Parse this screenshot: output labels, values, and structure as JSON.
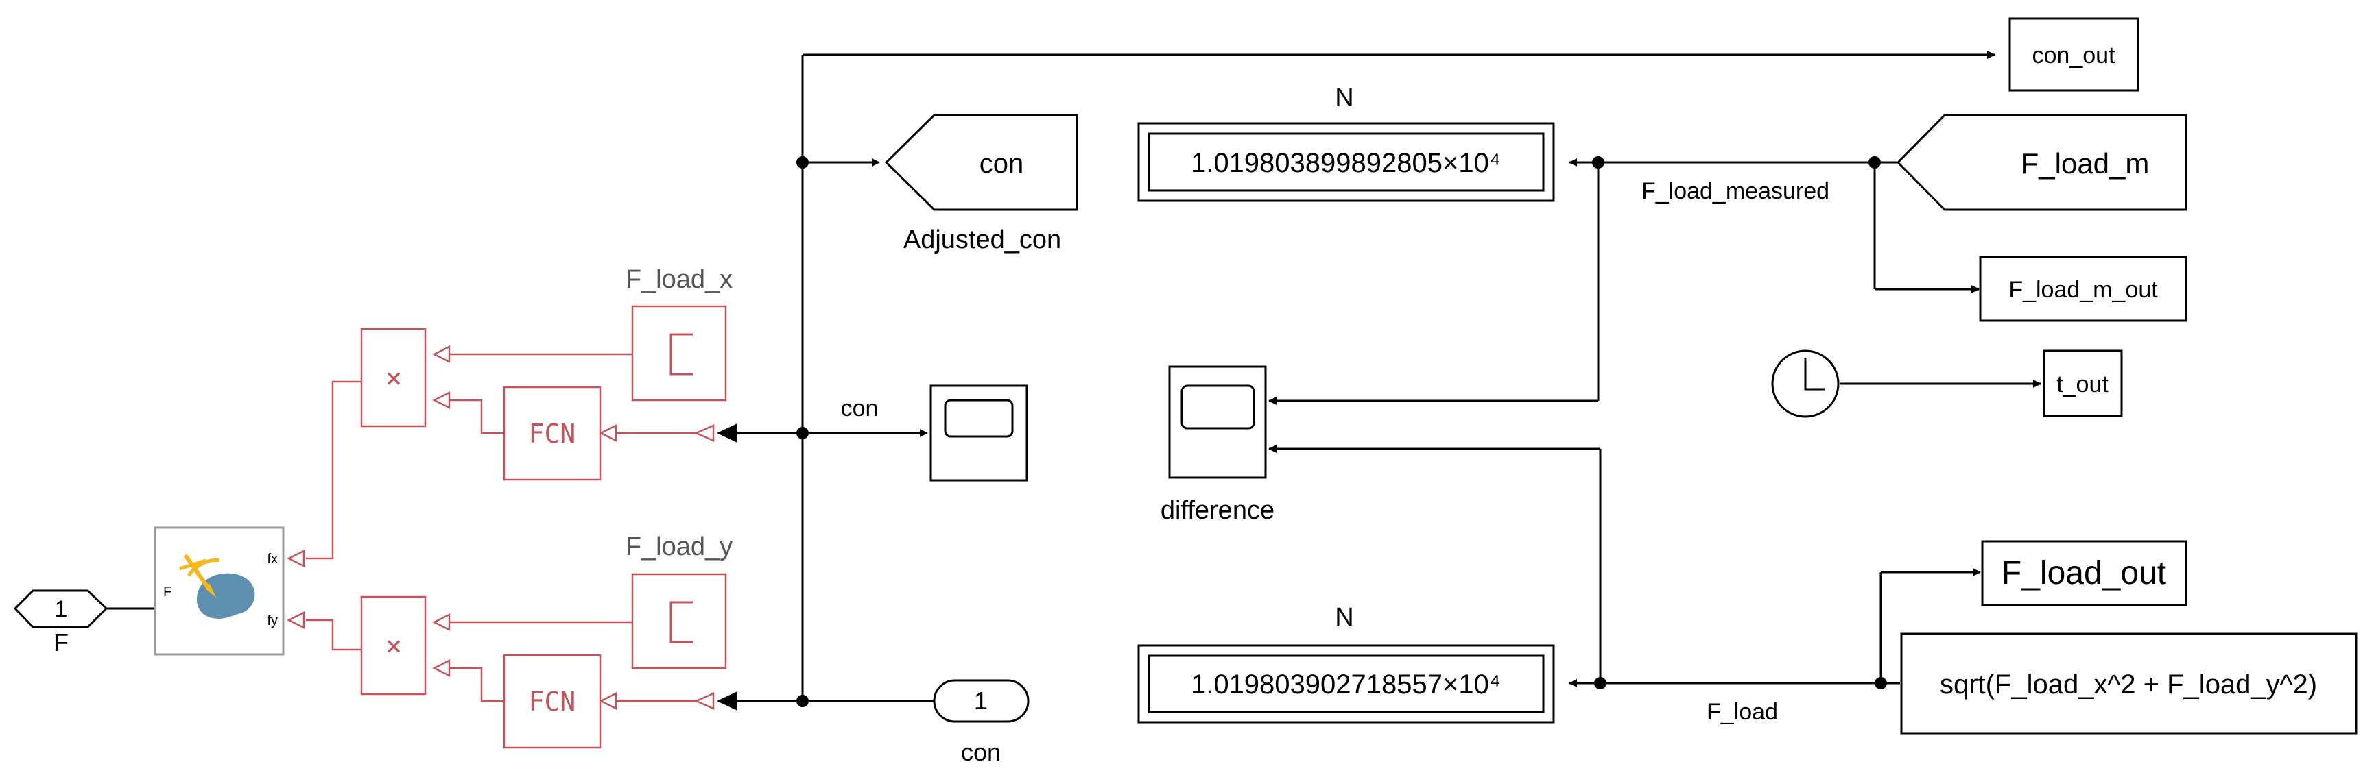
{
  "blocks": {
    "inport_F": {
      "number": "1",
      "label": "F"
    },
    "inport_con": {
      "number": "1",
      "label": "con"
    },
    "force_decomp": {
      "port_in": "F",
      "port_fx": "fx",
      "port_fy": "fy"
    },
    "const_x": {
      "label": "F_load_x"
    },
    "const_y": {
      "label": "F_load_y"
    },
    "product_x": {
      "symbol": "×"
    },
    "product_y": {
      "symbol": "×"
    },
    "fcn_x": {
      "label": "FCN"
    },
    "fcn_y": {
      "label": "FCN"
    },
    "goto_con": {
      "text": "con",
      "label": "Adjusted_con"
    },
    "scope_con": {},
    "outport_con_out": {
      "text": "con_out"
    },
    "display_measured": {
      "value": "1.019803899892805×10⁴",
      "unit": "N"
    },
    "display_load": {
      "value": "1.019803902718557×10⁴",
      "unit": "N"
    },
    "scope_difference": {
      "label": "difference"
    },
    "goto_F_load_m": {
      "text": "F_load_m"
    },
    "outport_F_load_m_out": {
      "text": "F_load_m_out"
    },
    "clock": {},
    "outport_t_out": {
      "text": "t_out"
    },
    "outport_F_load_out": {
      "text": "F_load_out"
    },
    "fcn_sqrt": {
      "text": "sqrt(F_load_x^2 + F_load_y^2)"
    }
  },
  "signals": {
    "con": "con",
    "F_load_measured": "F_load_measured",
    "F_load": "F_load"
  },
  "colors": {
    "line": "#000000",
    "masked_block": "#c2545a",
    "block_border": "#000000",
    "icon_orange": "#f5b81a",
    "icon_blue": "#5c8fb0",
    "background": "#ffffff"
  }
}
